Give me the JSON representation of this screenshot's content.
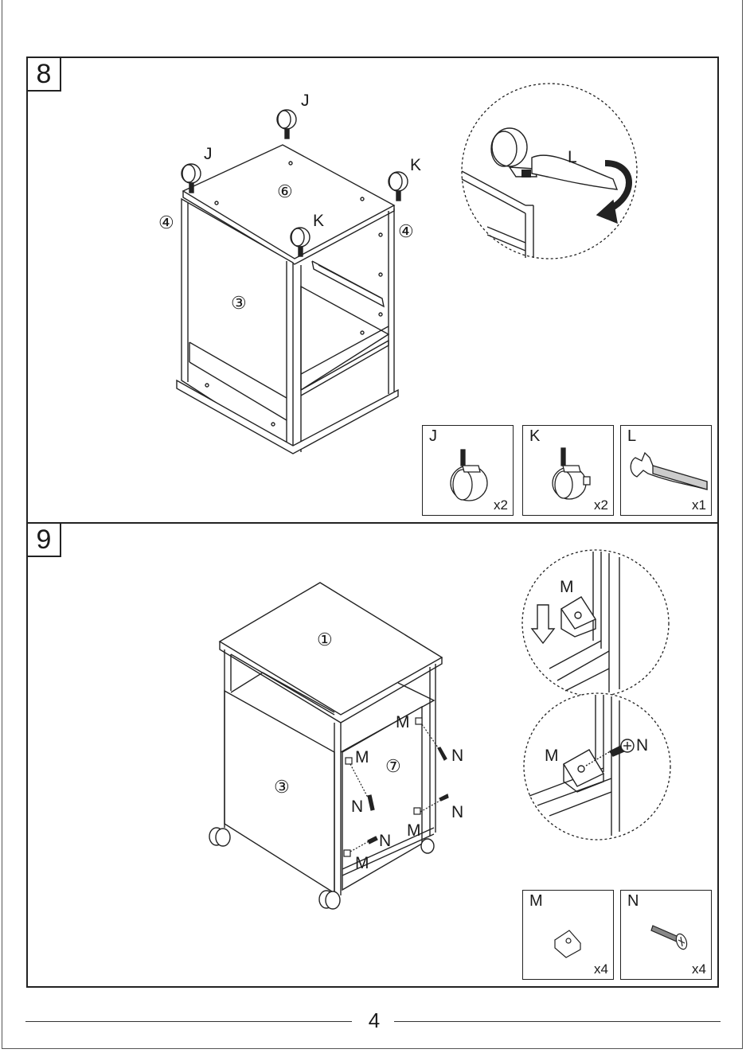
{
  "steps": [
    {
      "number": "8"
    },
    {
      "number": "9"
    }
  ],
  "step8": {
    "callouts": {
      "j1": "J",
      "j2": "J",
      "k1": "K",
      "k2": "K",
      "l": "L"
    },
    "panels": {
      "top": "⑥",
      "side_left": "④",
      "side_right": "④",
      "side_front": "③"
    },
    "parts": [
      {
        "label": "J",
        "qty": "x2"
      },
      {
        "label": "K",
        "qty": "x2"
      },
      {
        "label": "L",
        "qty": "x1"
      }
    ]
  },
  "step9": {
    "callouts": {
      "m1": "M",
      "m2": "M",
      "m3": "M",
      "m4": "M",
      "n1": "N",
      "n2": "N",
      "n3": "N",
      "n4": "N",
      "detail_m1": "M",
      "detail_m2": "M",
      "detail_n": "N"
    },
    "panels": {
      "top": "①",
      "side": "③",
      "back": "⑦"
    },
    "parts": [
      {
        "label": "M",
        "qty": "x4"
      },
      {
        "label": "N",
        "qty": "x4"
      }
    ]
  },
  "footer": {
    "page_number": "4"
  }
}
